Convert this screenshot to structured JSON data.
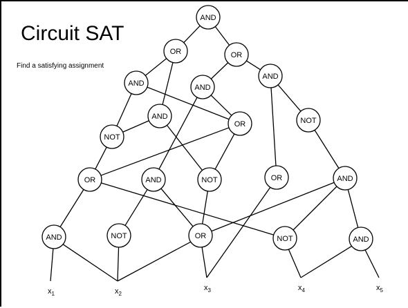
{
  "slide": {
    "title": "Circuit SAT",
    "subtitle": "Find a satisfying assignment"
  },
  "circuit": {
    "gates": [
      {
        "id": "g_and_top",
        "label": "AND"
      },
      {
        "id": "g_or_l1",
        "label": "OR"
      },
      {
        "id": "g_or_r1",
        "label": "OR"
      },
      {
        "id": "g_and_a",
        "label": "AND"
      },
      {
        "id": "g_and_b",
        "label": "AND"
      },
      {
        "id": "g_and_c",
        "label": "AND"
      },
      {
        "id": "g_and_d",
        "label": "AND"
      },
      {
        "id": "g_or_m",
        "label": "OR"
      },
      {
        "id": "g_not_r",
        "label": "NOT"
      },
      {
        "id": "g_not_l",
        "label": "NOT"
      },
      {
        "id": "g_or_3a",
        "label": "OR"
      },
      {
        "id": "g_and_3b",
        "label": "AND"
      },
      {
        "id": "g_not_3c",
        "label": "NOT"
      },
      {
        "id": "g_or_3d",
        "label": "OR"
      },
      {
        "id": "g_and_3e",
        "label": "AND"
      },
      {
        "id": "g_and_4a",
        "label": "AND"
      },
      {
        "id": "g_not_4b",
        "label": "NOT"
      },
      {
        "id": "g_or_4c",
        "label": "OR"
      },
      {
        "id": "g_not_4d",
        "label": "NOT"
      },
      {
        "id": "g_and_4e",
        "label": "AND"
      }
    ],
    "inputs": [
      {
        "id": "x1",
        "name": "x",
        "sub": "1"
      },
      {
        "id": "x2",
        "name": "x",
        "sub": "2"
      },
      {
        "id": "x3",
        "name": "x",
        "sub": "3"
      },
      {
        "id": "x4",
        "name": "x",
        "sub": "4"
      },
      {
        "id": "x5",
        "name": "x",
        "sub": "5"
      }
    ],
    "wires": [
      [
        "g_and_top",
        "g_or_l1"
      ],
      [
        "g_and_top",
        "g_or_r1"
      ],
      [
        "g_or_l1",
        "g_and_a"
      ],
      [
        "g_or_l1",
        "g_and_b"
      ],
      [
        "g_or_r1",
        "g_and_c"
      ],
      [
        "g_or_r1",
        "g_and_d"
      ],
      [
        "g_and_a",
        "g_not_l"
      ],
      [
        "g_and_a",
        "g_or_m"
      ],
      [
        "g_and_b",
        "g_not_l"
      ],
      [
        "g_and_b",
        "g_not_3c"
      ],
      [
        "g_and_c",
        "g_or_m"
      ],
      [
        "g_and_c",
        "g_and_3b"
      ],
      [
        "g_and_d",
        "g_or_3d"
      ],
      [
        "g_and_d",
        "g_not_r"
      ],
      [
        "g_not_r",
        "g_and_3e"
      ],
      [
        "g_not_l",
        "g_or_3a"
      ],
      [
        "g_or_m",
        "g_or_3a"
      ],
      [
        "g_or_m",
        "g_not_3c"
      ],
      [
        "g_or_3a",
        "g_and_4a"
      ],
      [
        "g_or_3a",
        "g_not_4d"
      ],
      [
        "g_and_3b",
        "g_not_4b"
      ],
      [
        "g_and_3b",
        "g_or_4c"
      ],
      [
        "g_not_3c",
        "g_or_4c"
      ],
      [
        "g_or_3d",
        "x3"
      ],
      [
        "g_and_3e",
        "g_or_4c"
      ],
      [
        "g_and_3e",
        "g_not_4d"
      ],
      [
        "g_and_3e",
        "g_and_4e"
      ],
      [
        "g_and_4a",
        "x1"
      ],
      [
        "g_and_4a",
        "x2"
      ],
      [
        "g_not_4b",
        "x2"
      ],
      [
        "g_or_4c",
        "x2"
      ],
      [
        "g_or_4c",
        "x3"
      ],
      [
        "g_not_4d",
        "x4"
      ],
      [
        "g_and_4e",
        "x4"
      ],
      [
        "g_and_4e",
        "x5"
      ]
    ]
  }
}
